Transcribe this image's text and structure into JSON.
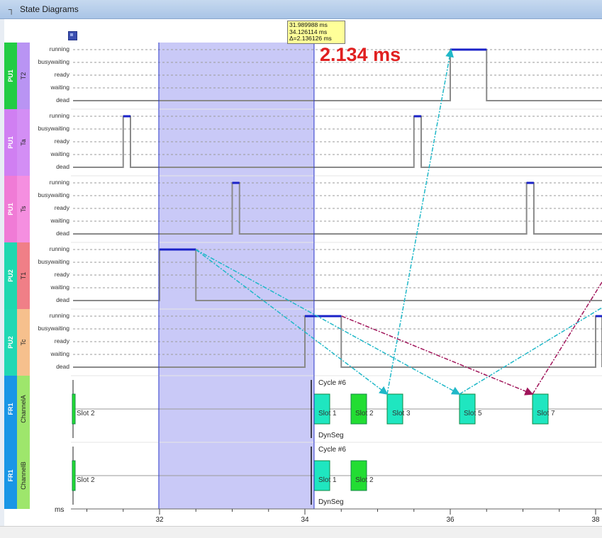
{
  "window": {
    "title": "State Diagrams"
  },
  "cursor_tooltip": {
    "line1": "31.989988 ms",
    "line2": "34.126114 ms",
    "line3": "Δ=2.136126 ms"
  },
  "measurement_callout": "2.134 ms",
  "state_names": [
    "running",
    "busywaiting",
    "ready",
    "waiting",
    "dead"
  ],
  "tracks": [
    {
      "group": "PU1",
      "label": "T2",
      "group_color": "#22cc44",
      "label_color": "#b994f3"
    },
    {
      "group": "PU1",
      "label": "Ta",
      "group_color": "#d07ff2",
      "label_color": "#d38ef5"
    },
    {
      "group": "PU1",
      "label": "Ts",
      "group_color": "#f07bd6",
      "label_color": "#f58fe0"
    },
    {
      "group": "PU2",
      "label": "T1",
      "group_color": "#1fd8b0",
      "label_color": "#f07f87"
    },
    {
      "group": "PU2",
      "label": "Tc",
      "group_color": "#21d8b4",
      "label_color": "#f6c08d"
    },
    {
      "group": "FR1",
      "label": "ChannelA",
      "group_color": "#1996e6",
      "label_color": "#9ee66c"
    },
    {
      "group": "FR1",
      "label": "ChannelB",
      "group_color": "#1996e6",
      "label_color": "#9ee66c"
    }
  ],
  "channelA": {
    "cycle_label": "Cycle #6",
    "dynseg_label": "DynSeg",
    "slots": [
      "Slot 2",
      "Slot 1",
      "Slot 2",
      "Slot 3",
      "Slot 5",
      "Slot 7"
    ]
  },
  "channelB": {
    "cycle_label": "Cycle #6",
    "dynseg_label": "DynSeg",
    "slots": [
      "Slot 2",
      "Slot 1",
      "Slot 2"
    ]
  },
  "time_axis": {
    "unit": "ms",
    "ticks": [
      "32",
      "34",
      "36",
      "38"
    ],
    "visible_range": [
      30.8,
      38.2
    ],
    "selection": [
      31.989988,
      34.126114
    ]
  },
  "colors": {
    "selection_fill": "#c9c9f7",
    "running_mark": "#1a22c8",
    "slot_green": "#22dd33",
    "slot_teal": "#1fe6c0",
    "arrow_teal": "#20b8c8",
    "arrow_magenta": "#a0155a",
    "callout_red": "#e02020"
  }
}
